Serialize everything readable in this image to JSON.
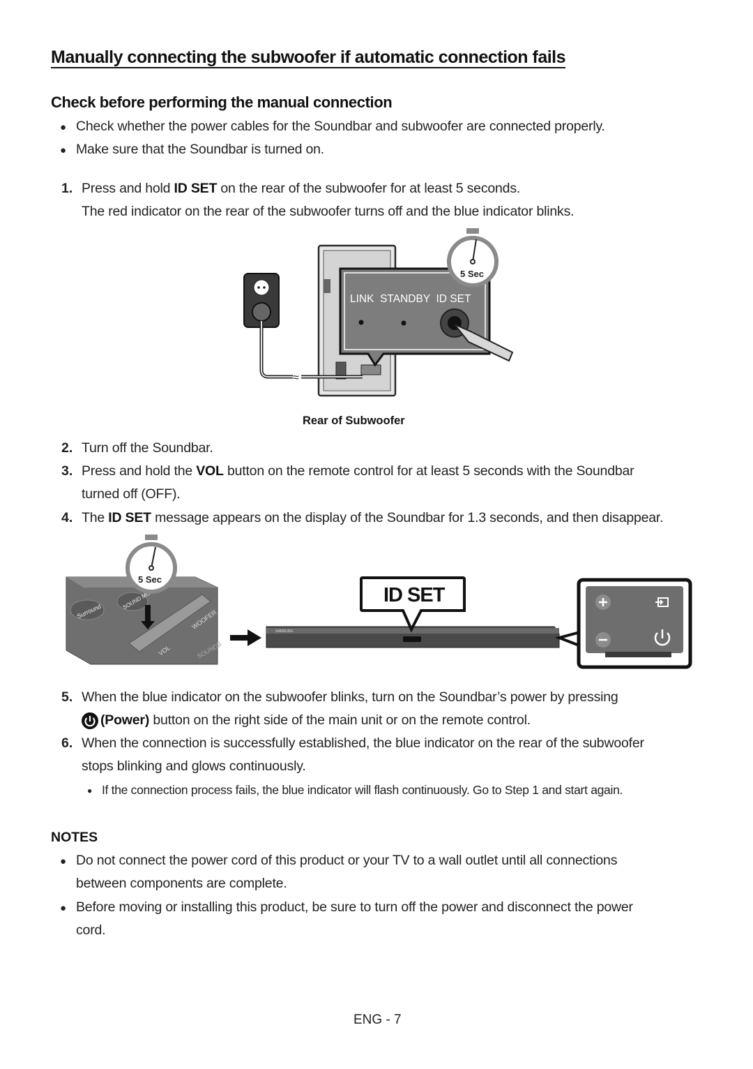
{
  "title": "Manually connecting the subwoofer if automatic connection fails",
  "subtitle": "Check before performing the manual connection",
  "checks": [
    "Check whether the power cables for the Soundbar and subwoofer are connected properly.",
    "Make sure that the Soundbar is turned on."
  ],
  "step1": {
    "num": "1.",
    "pre": "Press and hold ",
    "bold": "ID SET",
    "post": " on the rear of the subwoofer for at least 5 seconds.",
    "line2": "The red indicator on the rear of the subwoofer turns off and the blue indicator blinks."
  },
  "figure1": {
    "timer": "5 Sec",
    "panel_labels": "LINK  STANDBY  ID SET",
    "caption": "Rear of Subwoofer"
  },
  "step2": {
    "num": "2.",
    "text": "Turn off the Soundbar."
  },
  "step3": {
    "num": "3.",
    "pre": "Press and hold the ",
    "bold": "VOL",
    "post": " button on the remote control for at least 5 seconds with the Soundbar",
    "line2": "turned off (OFF)."
  },
  "step4": {
    "num": "4.",
    "pre": "The ",
    "bold": "ID SET",
    "post": " message appears on the display of the Soundbar for 1.3 seconds, and then disappear."
  },
  "figure2": {
    "timer": "5 Sec",
    "display": "ID SET",
    "remote_surround": "Surround",
    "remote_sound_mode": "SOUND MODE",
    "remote_woofer": "WOOFER",
    "remote_vol": "VOL",
    "remote_soundbar": "SOUNDB",
    "brand": "SAMSUNG"
  },
  "step5": {
    "num": "5.",
    "line1": "When the blue indicator on the subwoofer blinks, turn on the Soundbar’s power by pressing",
    "bold": "(Power)",
    "post": " button on the right side of the main unit or on the remote control."
  },
  "step6": {
    "num": "6.",
    "line1": "When the connection is successfully established, the blue indicator on the rear of the subwoofer",
    "line2": "stops blinking and glows continuously.",
    "sub": "If the connection process fails, the blue indicator will flash continuously. Go to Step 1 and start again."
  },
  "notes": {
    "heading": "NOTES",
    "items": [
      {
        "line1": "Do not connect the power cord of this product or your TV to a wall outlet until all connections",
        "line2": "between components are complete."
      },
      {
        "line1": "Before moving or installing this product, be sure to turn off the power and disconnect the power",
        "line2": "cord."
      }
    ]
  },
  "footer": "ENG - 7",
  "colors": {
    "panel_gray": "#7a7a7a",
    "dark_gray": "#555555",
    "text": "#1a1a1a"
  },
  "icons": [
    "bullet-icon",
    "power-icon",
    "stopwatch-icon",
    "arrow-right-icon",
    "plus-icon",
    "minus-icon",
    "input-source-icon"
  ]
}
